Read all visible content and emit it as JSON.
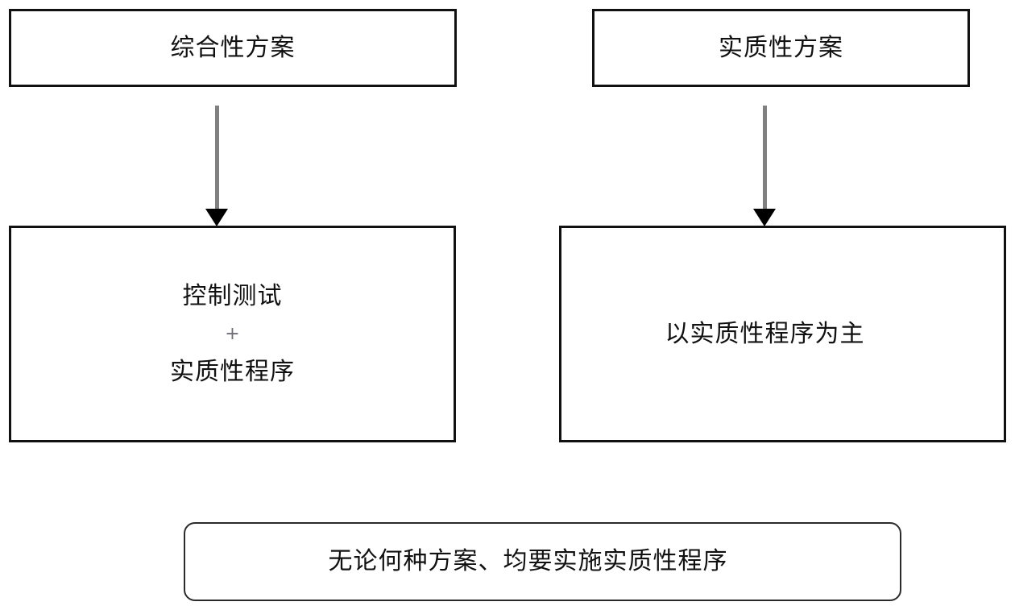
{
  "diagram": {
    "background_color": "#ffffff",
    "nodes": {
      "comprehensive_plan": {
        "label": "综合性方案",
        "shape": "rectangle",
        "border_color": "#111111"
      },
      "substantive_plan": {
        "label": "实质性方案",
        "shape": "rectangle",
        "border_color": "#111111"
      },
      "control_tests_combo": {
        "line1": "控制测试",
        "line2": "+",
        "line3": "实质性程序",
        "shape": "rectangle",
        "border_color": "#111111",
        "plus_color": "#6e6e78"
      },
      "substantive_primary": {
        "label": "以实质性程序为主",
        "shape": "rectangle",
        "border_color": "#111111"
      },
      "conclusion": {
        "label": "无论何种方案、均要实施实质性程序",
        "shape": "rounded-rectangle",
        "border_color": "#2b2b2b"
      }
    },
    "edges": [
      {
        "name": "arrow-comprehensive-to-control-combo",
        "from": "comprehensive_plan",
        "to": "control_tests_combo",
        "direction": "down",
        "shaft_color": "#808080",
        "head_color": "#000000"
      },
      {
        "name": "arrow-substantive-to-substantive-primary",
        "from": "substantive_plan",
        "to": "substantive_primary",
        "direction": "down",
        "shaft_color": "#808080",
        "head_color": "#000000"
      }
    ]
  }
}
